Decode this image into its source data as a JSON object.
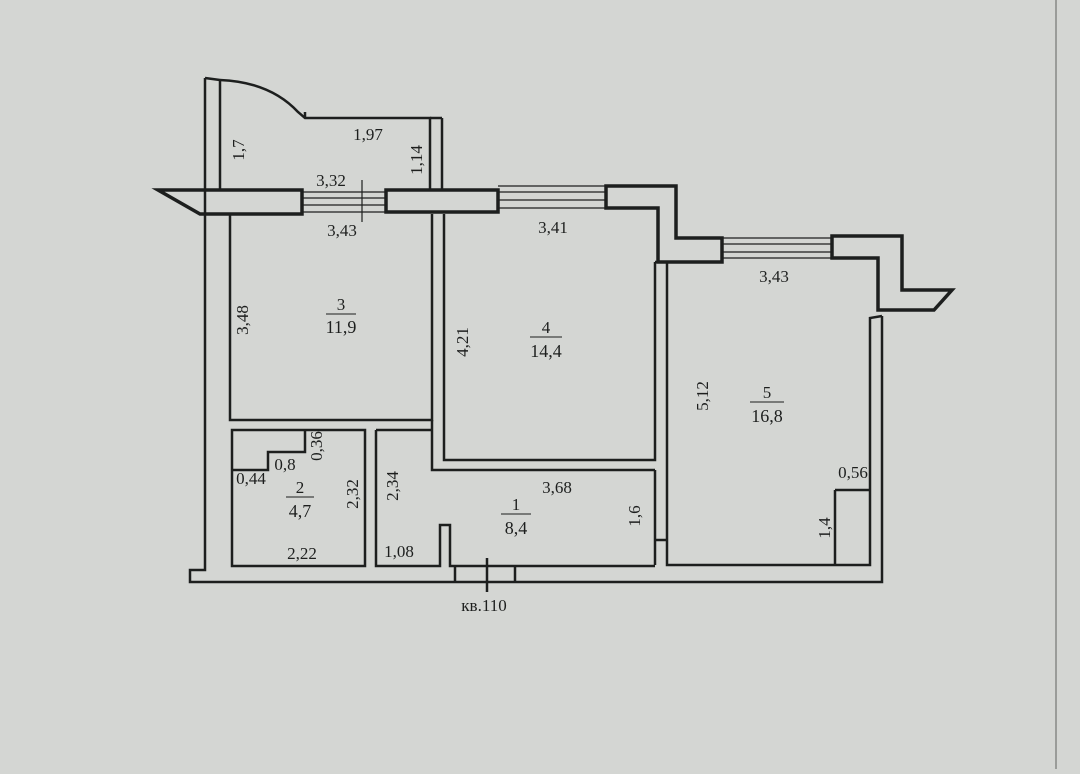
{
  "plan": {
    "apartment_label": "кв.110",
    "rooms": [
      {
        "number": "1",
        "area": "8,4"
      },
      {
        "number": "2",
        "area": "4,7"
      },
      {
        "number": "3",
        "area": "11,9"
      },
      {
        "number": "4",
        "area": "14,4"
      },
      {
        "number": "5",
        "area": "16,8"
      }
    ],
    "dimensions": {
      "balcony_side": "1,7",
      "balcony_length": "1,97",
      "balcony_depth": "1,14",
      "window_3_top": "3,32",
      "room3_width": "3,43",
      "room3_height": "3,48",
      "room4_width": "3,41",
      "room4_height": "4,21",
      "room5_width": "3,43",
      "room5_height": "5,12",
      "room5_notch_w": "0,56",
      "room5_notch_h": "1,4",
      "room2_a": "0,44",
      "room2_b": "0,8",
      "room2_c": "0,36",
      "room2_height": "2,32",
      "room2_width": "2,22",
      "hall_left_height": "2,34",
      "hall_width": "3,68",
      "hall_small_w": "1,08",
      "hall_right_height": "1,6"
    }
  },
  "colors": {
    "paper": "#d4d6d3",
    "ink": "#1d1f1e"
  }
}
